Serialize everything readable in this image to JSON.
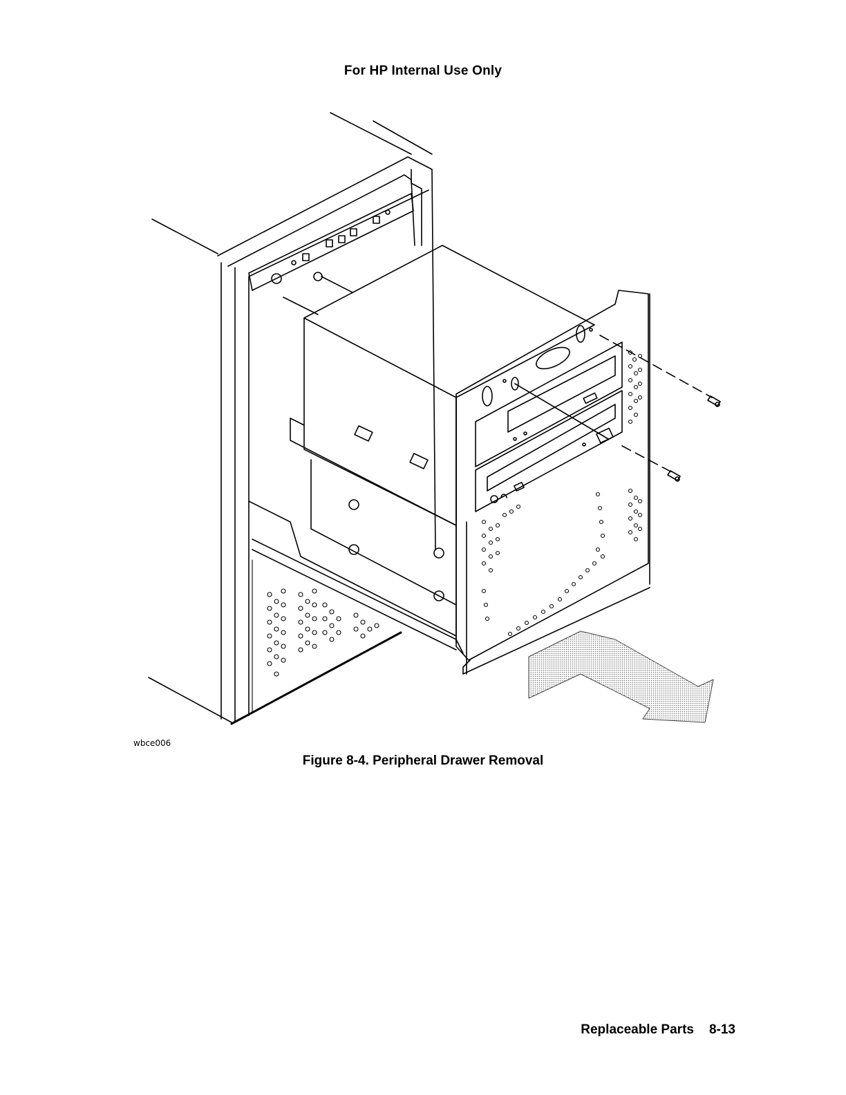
{
  "header": {
    "text": "For HP Internal Use Only"
  },
  "figure": {
    "id_label": "wbce006",
    "caption": "Figure 8-4. Peripheral Drawer Removal"
  },
  "footer": {
    "section": "Replaceable Parts",
    "page_number": "8-13"
  },
  "colors": {
    "ink": "#000000",
    "paper": "#ffffff",
    "arrow_fill": "#c8c8c8"
  }
}
